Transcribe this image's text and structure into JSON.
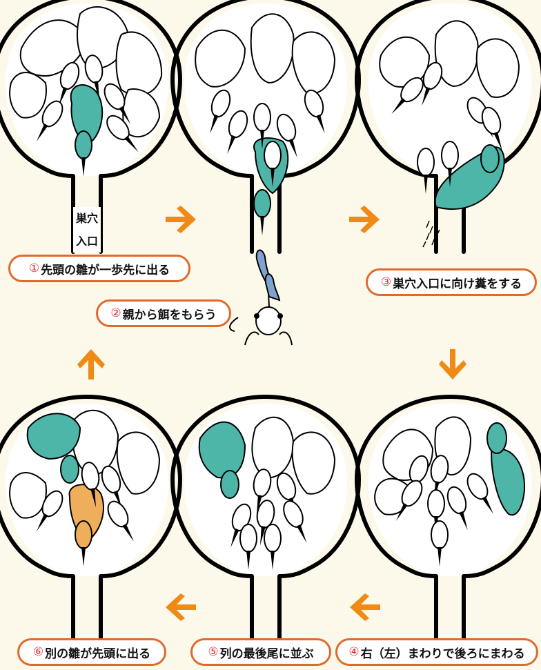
{
  "colors": {
    "teal": "#4db6a8",
    "orange_chick": "#efae5c",
    "arrow": "#ef8a14",
    "label_border": "#e06a2b",
    "number": "#e5262a",
    "parent_beak": "#7fa3cf",
    "background": "#fdf9ea"
  },
  "entrance_label": {
    "line1": "巣穴",
    "line2": "入口"
  },
  "steps": [
    {
      "num": "①",
      "text": "先頭の雛が一歩先に出る"
    },
    {
      "num": "②",
      "text": "親から餌をもらう"
    },
    {
      "num": "③",
      "text": "巣穴入口に向け糞をする"
    },
    {
      "num": "④",
      "text": "右（左）まわりで後ろにまわる"
    },
    {
      "num": "⑤",
      "text": "列の最後尾に並ぶ"
    },
    {
      "num": "⑥",
      "text": "別の雛が先頭に出る"
    }
  ],
  "arrows": [
    "right",
    "right",
    "down",
    "left",
    "left",
    "up"
  ]
}
